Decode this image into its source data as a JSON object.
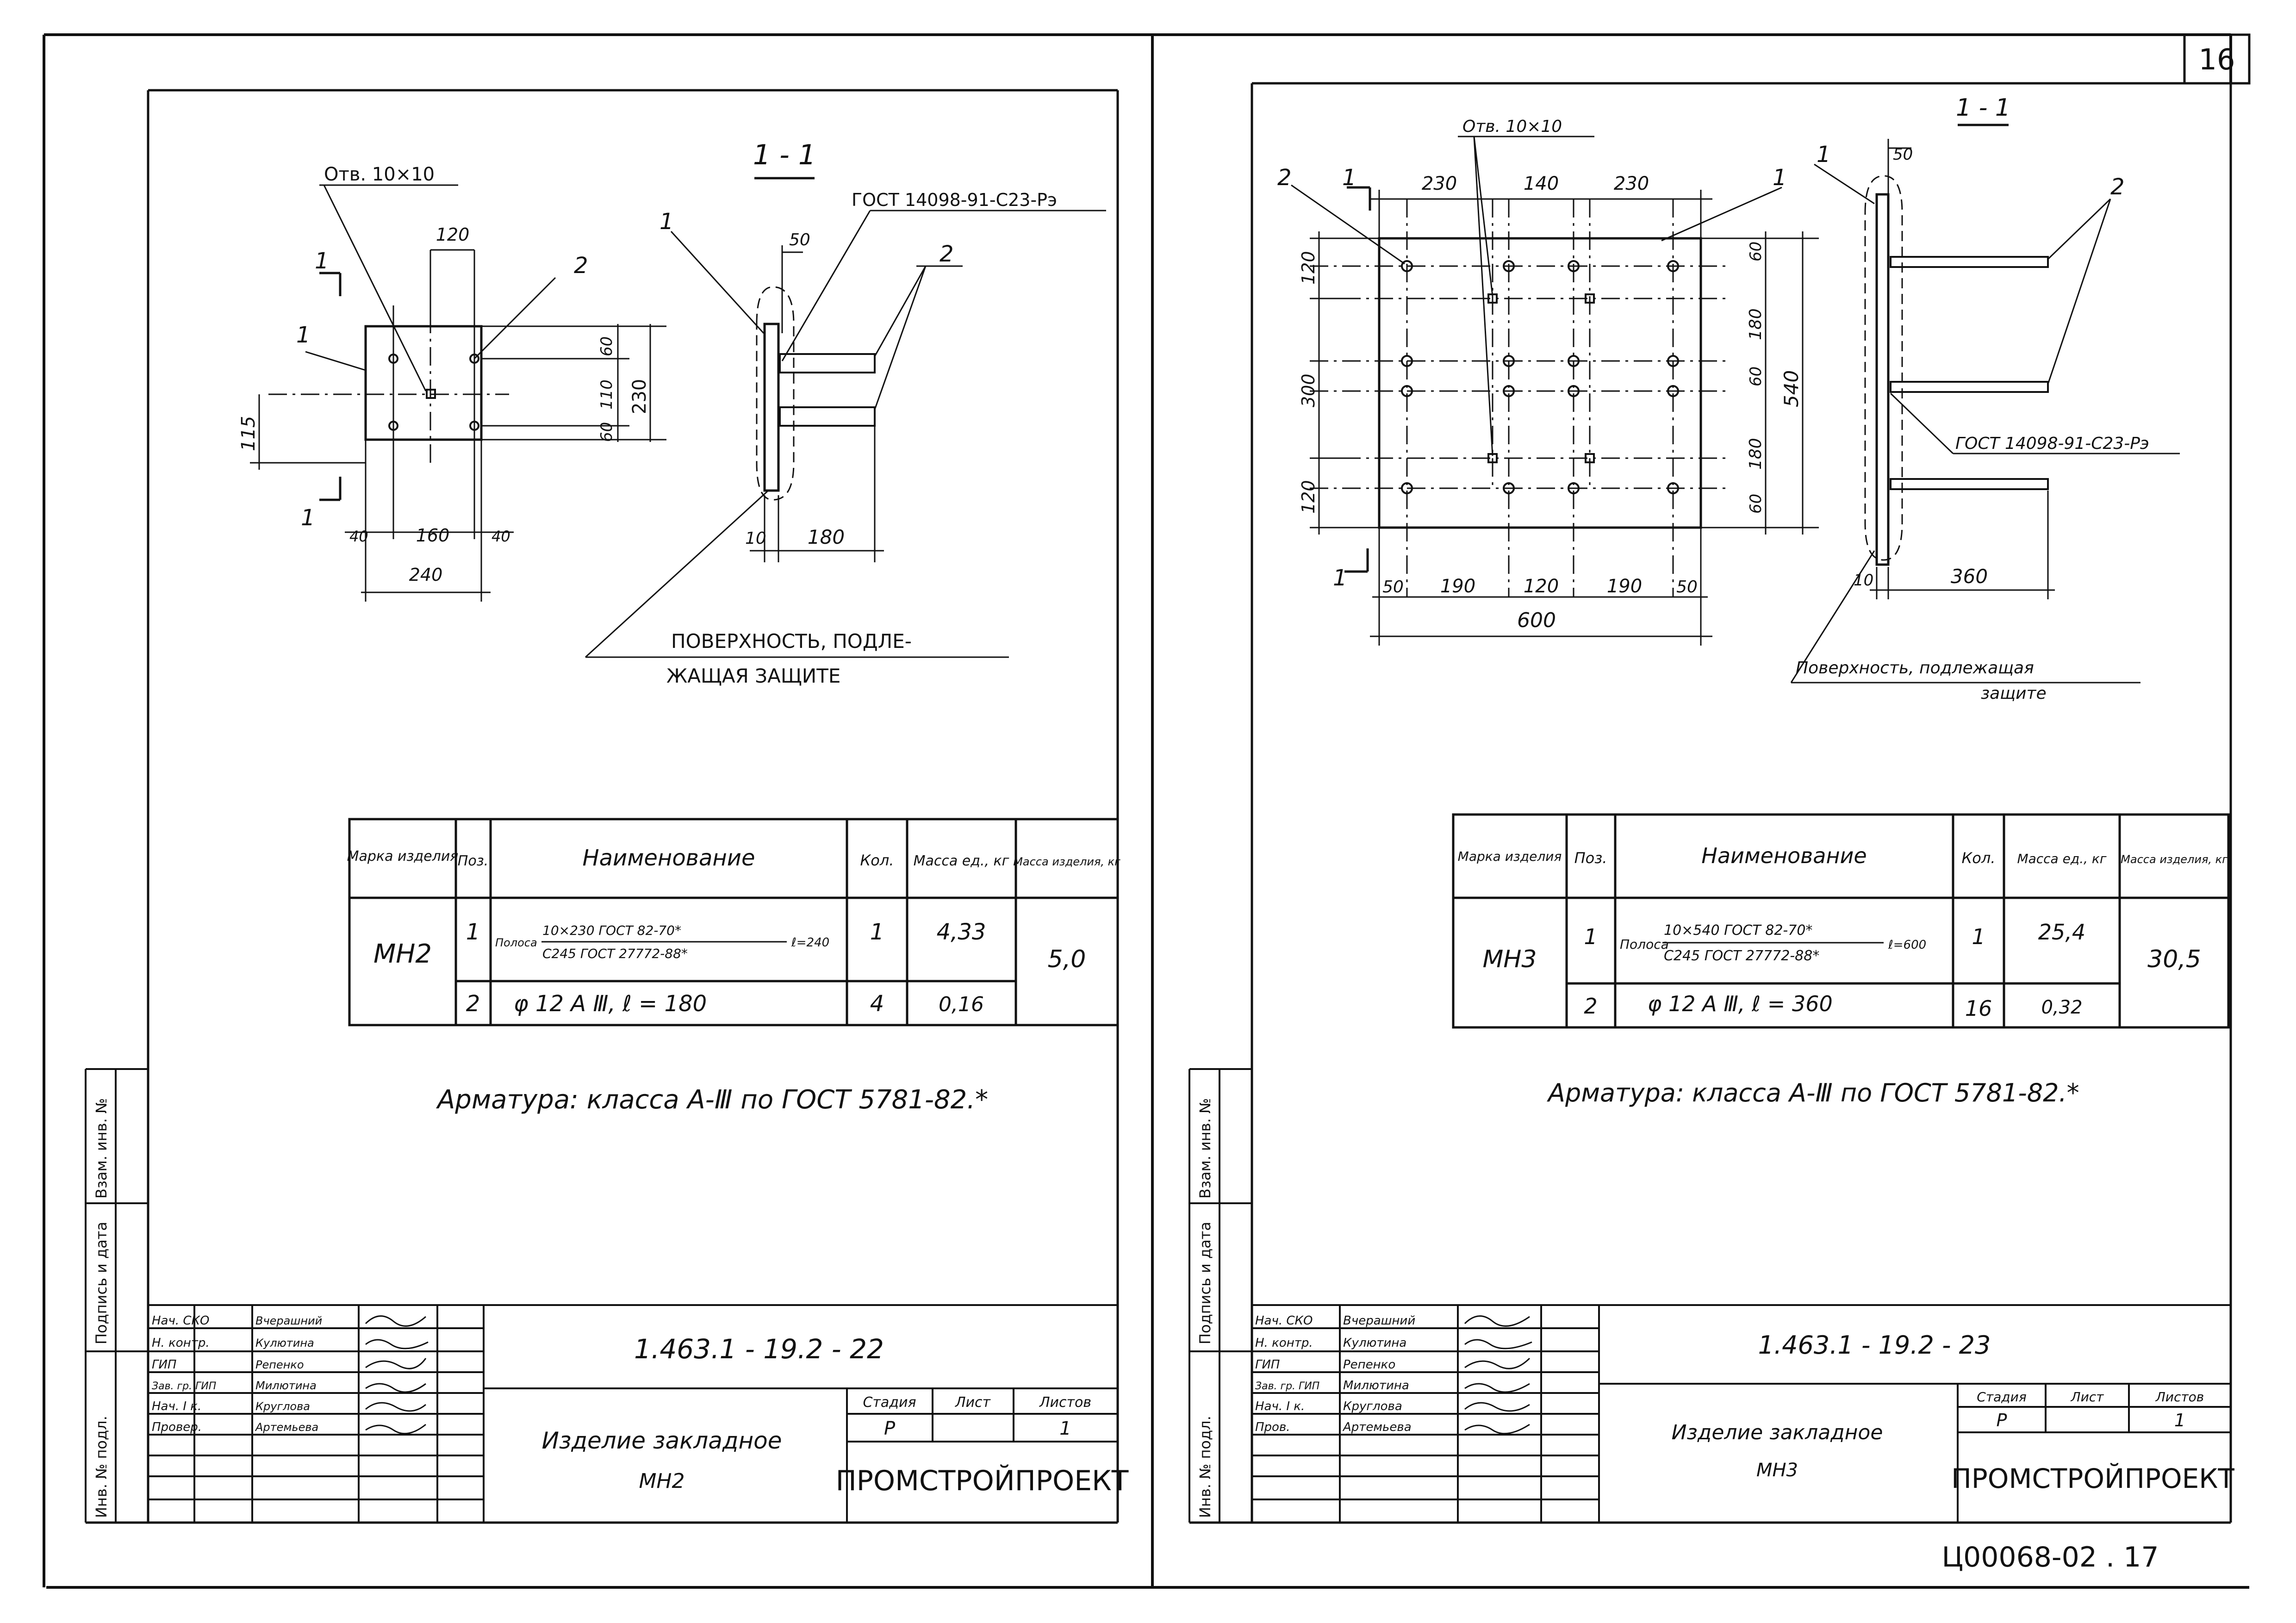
{
  "page_number": "16",
  "doc_code": "Ц00068-02 . 17",
  "left": {
    "hole_label": "Отв. 10×10",
    "section_label": "1 - 1",
    "gost_weld": "ГОСТ 14098-91-С23-Рэ",
    "surface_note_1": "ПОВЕРХНОСТЬ, ПОДЛЕ-",
    "surface_note_2": "ЖАЩАЯ    ЗАЩИТЕ",
    "plan_dims": {
      "d120": "120",
      "d60a": "60",
      "d110": "110",
      "d60b": "60",
      "d230": "230",
      "d115": "115",
      "d40a": "40",
      "d160": "160",
      "d40b": "40",
      "d240": "240"
    },
    "section_dims": {
      "d50": "50",
      "d10": "10",
      "d180": "180"
    },
    "callouts": {
      "c1": "1",
      "c2": "2",
      "s1": "1",
      "s1b": "1",
      "sec1": "1",
      "sec2": "2"
    },
    "table": {
      "headers": [
        "Марка изделия",
        "Поз.",
        "Наименование",
        "Кол.",
        "Масса ед., кг",
        "Масса изделия, кг"
      ],
      "mark": "МН2",
      "total_mass": "5,0",
      "rows": [
        {
          "pos": "1",
          "name_prefix": "Полоса",
          "name_top": "10×230 ГОСТ 82-70*",
          "name_bottom": "С245 ГОСТ 27772-88*",
          "name_suffix": "ℓ=240",
          "qty": "1",
          "mass": "4,33"
        },
        {
          "pos": "2",
          "name_prefix": "",
          "name_top": "φ 12 А Ⅲ,  ℓ = 180",
          "name_bottom": "",
          "name_suffix": "",
          "qty": "4",
          "mass": "0,16"
        }
      ]
    },
    "note": "Арматура: класса А-Ⅲ по ГОСТ 5781-82.*",
    "title_block": {
      "code": "1.463.1 - 19.2 - 22",
      "name_1": "Изделие закладное",
      "name_2": "МН2",
      "stage_h": "Стадия",
      "sheet_h": "Лист",
      "sheets_h": "Листов",
      "stage": "Р",
      "sheet": "1",
      "org": "ПРОМСТРОЙПРОЕКТ",
      "roles": [
        "Нач. СКО",
        "Н. контр.",
        "ГИП",
        "Зав. гр. ГИП",
        "Нач. I к.",
        "Провер."
      ],
      "names": [
        "Вчерашний",
        "Кулютина",
        "Репенко",
        "Милютина",
        "Круглова",
        "Артемьева"
      ]
    },
    "side_labels": [
      "Инв. № подл.",
      "Подпись и дата",
      "Взам. инв. №"
    ]
  },
  "right": {
    "hole_label": "Отв. 10×10",
    "section_label": "1 - 1",
    "gost_weld": "ГОСТ 14098-91-С23-Рэ",
    "surface_note_1": "Поверхность, подлежащая",
    "surface_note_2": "защите",
    "plan_dims": {
      "t230a": "230",
      "t140": "140",
      "t230b": "230",
      "l120a": "120",
      "l300": "300",
      "l120b": "120",
      "r60a": "60",
      "r180a": "180",
      "r60b": "60",
      "r180b": "180",
      "r60c": "60",
      "r540": "540",
      "b50a": "50",
      "b190a": "190",
      "b120": "120",
      "b190b": "190",
      "b50b": "50",
      "b600": "600"
    },
    "section_dims": {
      "d50": "50",
      "d10": "10",
      "d360": "360"
    },
    "callouts": {
      "c1": "1",
      "c2": "2",
      "s1": "1",
      "s1b": "1",
      "sec1": "1",
      "sec2": "2"
    },
    "table": {
      "headers": [
        "Марка изделия",
        "Поз.",
        "Наименование",
        "Кол.",
        "Масса ед., кг",
        "Масса изделия, кг"
      ],
      "mark": "МН3",
      "total_mass": "30,5",
      "rows": [
        {
          "pos": "1",
          "name_prefix": "Полоса",
          "name_top": "10×540 ГОСТ 82-70*",
          "name_bottom": "С245 ГОСТ 27772-88*",
          "name_suffix": "ℓ=600",
          "qty": "1",
          "mass": "25,4"
        },
        {
          "pos": "2",
          "name_prefix": "",
          "name_top": "φ 12 А Ⅲ,  ℓ = 360",
          "name_bottom": "",
          "name_suffix": "",
          "qty": "16",
          "mass": "0,32"
        }
      ]
    },
    "note": "Арматура: класса А-Ⅲ по ГОСТ 5781-82.*",
    "title_block": {
      "code": "1.463.1 - 19.2 - 23",
      "name_1": "Изделие закладное",
      "name_2": "МН3",
      "stage_h": "Стадия",
      "sheet_h": "Лист",
      "sheets_h": "Листов",
      "stage": "Р",
      "sheet": "1",
      "org": "ПРОМСТРОЙПРОЕКТ",
      "roles": [
        "Нач. СКО",
        "Н. контр.",
        "ГИП",
        "Зав. гр. ГИП",
        "Нач. I к.",
        "Пров."
      ],
      "names": [
        "Вчерашний",
        "Кулютина",
        "Репенко",
        "Милютина",
        "Круглова",
        "Артемьева"
      ]
    },
    "side_labels": [
      "Инв. № подл.",
      "Подпись и дата",
      "Взам. инв. №"
    ]
  }
}
